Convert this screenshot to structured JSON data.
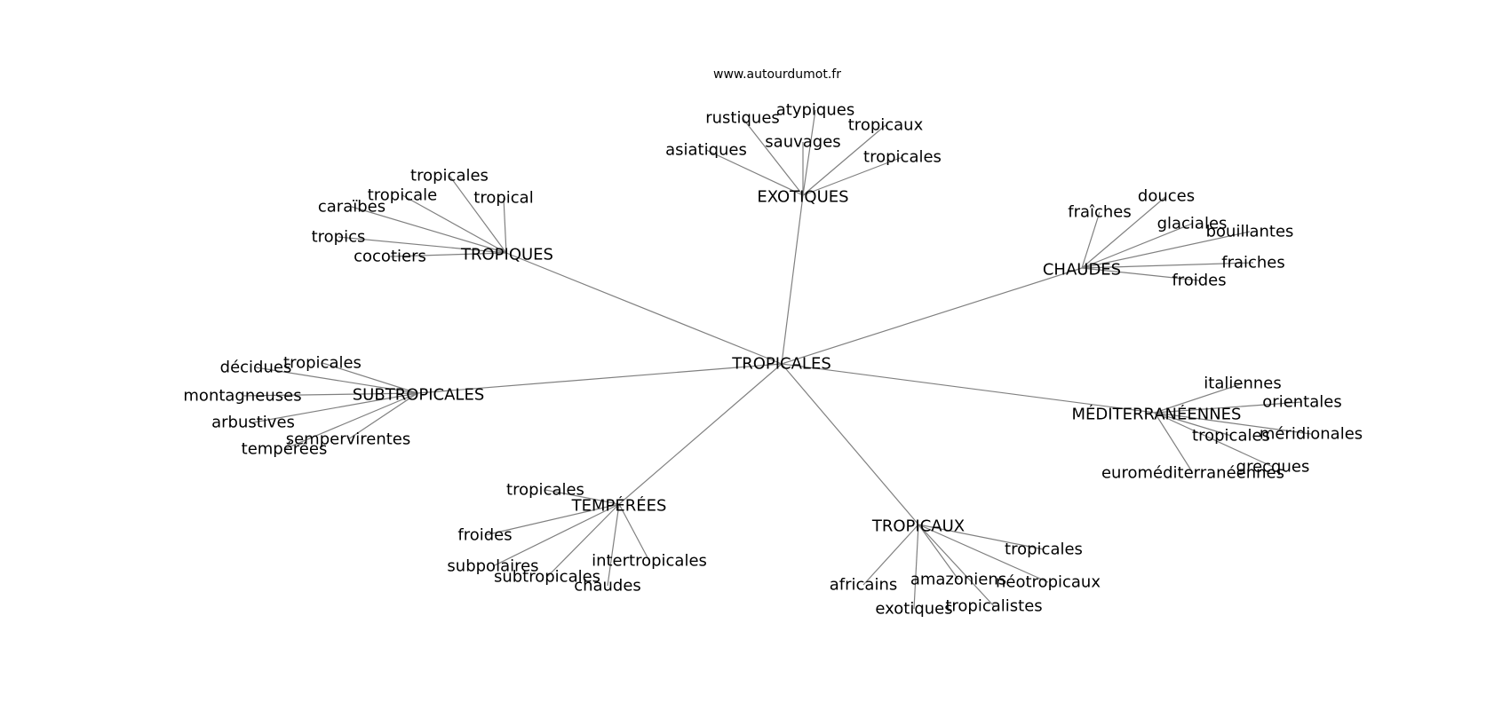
{
  "site": "www.autourdumot.fr",
  "center": "TROPICALES",
  "groups": [
    {
      "label": "EXOTIQUES",
      "words": [
        "rustiques",
        "atypiques",
        "tropicaux",
        "sauvages",
        "asiatiques",
        "tropicales"
      ]
    },
    {
      "label": "TROPIQUES",
      "words": [
        "tropicales",
        "tropicale",
        "tropical",
        "caraïbes",
        "tropics",
        "cocotiers"
      ]
    },
    {
      "label": "CHAUDES",
      "words": [
        "douces",
        "fraîches",
        "glaciales",
        "bouillantes",
        "fraiches",
        "froides"
      ]
    },
    {
      "label": "SUBTROPICALES",
      "words": [
        "décidues",
        "tropicales",
        "montagneuses",
        "arbustives",
        "sempervirentes",
        "tempérées"
      ]
    },
    {
      "label": "MÉDITERRANÉENNES",
      "words": [
        "italiennes",
        "orientales",
        "tropicales",
        "méridionales",
        "grecques",
        "euroméditerranéennes"
      ]
    },
    {
      "label": "TEMPÉRÉES",
      "words": [
        "tropicales",
        "froides",
        "subpolaires",
        "subtropicales",
        "intertropicales",
        "chaudes"
      ]
    },
    {
      "label": "TROPICAUX",
      "words": [
        "tropicales",
        "africains",
        "amazoniens",
        "néotropicaux",
        "exotiques",
        "tropicalistes"
      ]
    }
  ]
}
